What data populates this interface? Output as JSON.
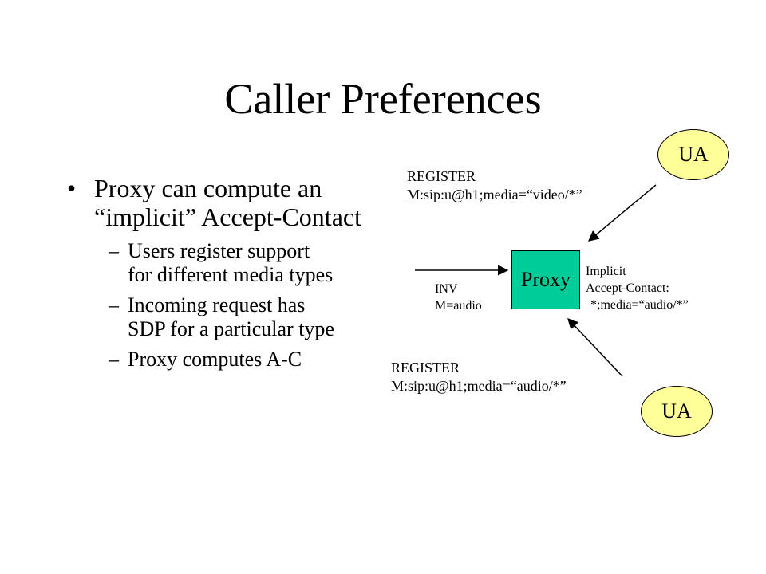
{
  "title": "Caller Preferences",
  "bullet": {
    "text": "Proxy can compute an “implicit” Accept-Contact",
    "subitems": [
      "Users register support for different media types",
      "Incoming request has SDP for a particular type",
      "Proxy computes A-C"
    ]
  },
  "diagram": {
    "ua_top": "UA",
    "ua_bottom": "UA",
    "proxy": "Proxy",
    "register_top": [
      "REGISTER",
      "M:sip:u@h1;media=“video/*”"
    ],
    "register_bottom": [
      "REGISTER",
      "M:sip:u@h1;media=“audio/*”"
    ],
    "invite": [
      "INV",
      "M=audio"
    ],
    "implicit": [
      "Implicit",
      "Accept-Contact:",
      "*;media=“audio/*”"
    ]
  },
  "colors": {
    "ua_fill": "#ffff99",
    "proxy_fill": "#00cc99"
  }
}
